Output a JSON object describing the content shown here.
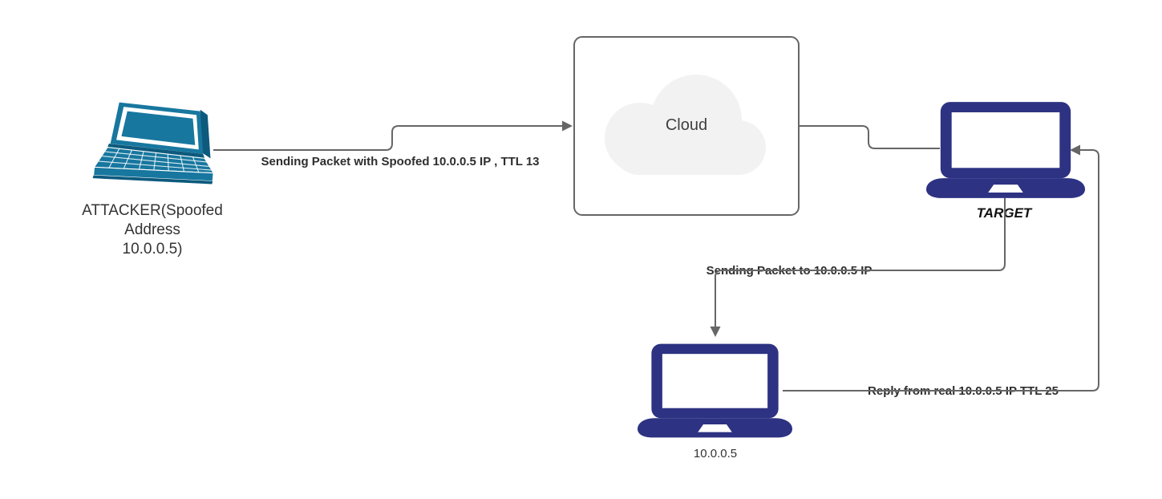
{
  "colors": {
    "line": "#666666",
    "text": "#333333",
    "label-text": "#2e2e2e",
    "cloud-fill": "#f2f2f2",
    "box-border": "#666666",
    "box-fill": "#ffffff",
    "navy": "#2d3282",
    "teal": "#17779f",
    "teal-dark": "#0d5a7d",
    "canvas-bg": "#ffffff"
  },
  "nodes": {
    "attacker": {
      "label_lines": [
        "ATTACKER(Spoofed",
        "Address",
        "10.0.0.5)"
      ]
    },
    "cloud": {
      "label": "Cloud"
    },
    "target": {
      "label": "TARGET"
    },
    "real_host": {
      "label": "10.0.0.5"
    }
  },
  "edges": {
    "attacker_to_cloud": {
      "label": "Sending Packet with Spoofed 10.0.0.5 IP , TTL 13"
    },
    "target_to_real": {
      "label": "Sending Packet to 10.0.0.5 IP"
    },
    "real_to_target": {
      "label": "Reply from real 10.0.0.5 IP TTL 25"
    }
  }
}
